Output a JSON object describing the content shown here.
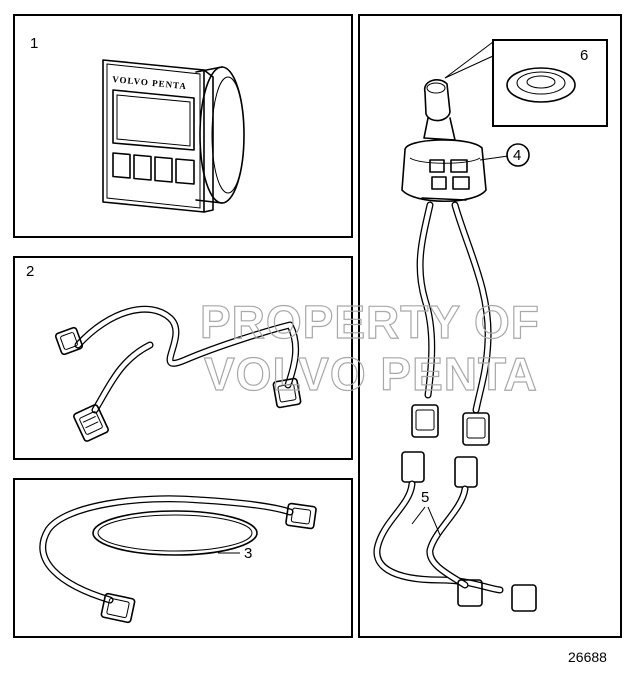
{
  "figure_number": "26688",
  "watermark": {
    "line1": "PROPERTY OF",
    "line2": "VOLVO PENTA"
  },
  "display": {
    "brand_text": "VOLVO PENTA"
  },
  "callouts": {
    "c1": "1",
    "c2": "2",
    "c3": "3",
    "c4": "4",
    "c5": "5",
    "c6": "6"
  }
}
